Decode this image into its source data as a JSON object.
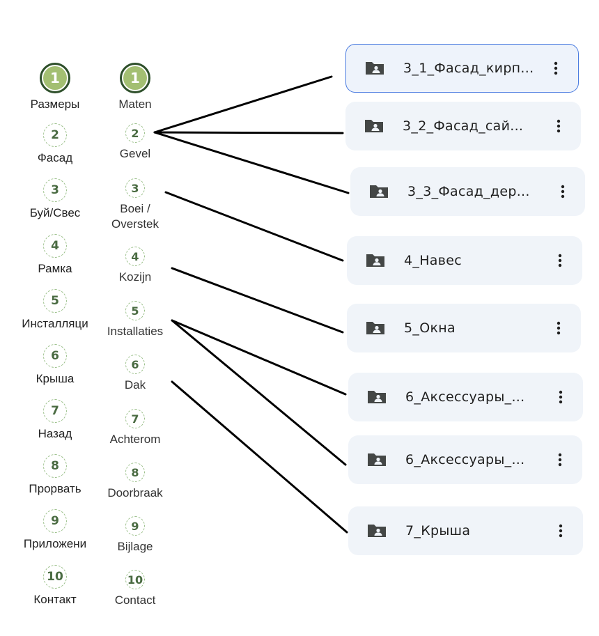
{
  "steps_ru": [
    {
      "num": "1",
      "label": "Размеры",
      "active": true
    },
    {
      "num": "2",
      "label": "Фасад"
    },
    {
      "num": "3",
      "label": "Буй/Свес"
    },
    {
      "num": "4",
      "label": "Рамка"
    },
    {
      "num": "5",
      "label": "Инсталляци"
    },
    {
      "num": "6",
      "label": "Крыша"
    },
    {
      "num": "7",
      "label": "Назад"
    },
    {
      "num": "8",
      "label": "Прорвать"
    },
    {
      "num": "9",
      "label": "Приложени"
    },
    {
      "num": "10",
      "label": "Контакт"
    }
  ],
  "steps_nl": [
    {
      "num": "1",
      "label": "Maten",
      "active": true
    },
    {
      "num": "2",
      "label": "Gevel"
    },
    {
      "num": "3",
      "label": "Boei / Overstek"
    },
    {
      "num": "4",
      "label": "Kozijn"
    },
    {
      "num": "5",
      "label": "Installaties"
    },
    {
      "num": "6",
      "label": "Dak"
    },
    {
      "num": "7",
      "label": "Achterom"
    },
    {
      "num": "8",
      "label": "Doorbraak"
    },
    {
      "num": "9",
      "label": "Bijlage"
    },
    {
      "num": "10",
      "label": "Contact"
    }
  ],
  "folders": [
    {
      "name": "3_1_Фасад_кирп...",
      "selected": true
    },
    {
      "name": "3_2_Фасад_сай..."
    },
    {
      "name": "3_3_Фасад_дер..."
    },
    {
      "name": "4_Навес"
    },
    {
      "name": "5_Окна"
    },
    {
      "name": "6_Аксессуары_..."
    },
    {
      "name": "6_Аксессуары_..."
    },
    {
      "name": "7_Крыша"
    }
  ],
  "icons": {
    "folder": "shared-folder-icon",
    "menu": "more-vert-icon"
  },
  "colors": {
    "active_step": "#a3bf72",
    "step_number": "#4a6b42",
    "folder_bg": "#f0f4f9",
    "selected_border": "#4a7be0"
  }
}
